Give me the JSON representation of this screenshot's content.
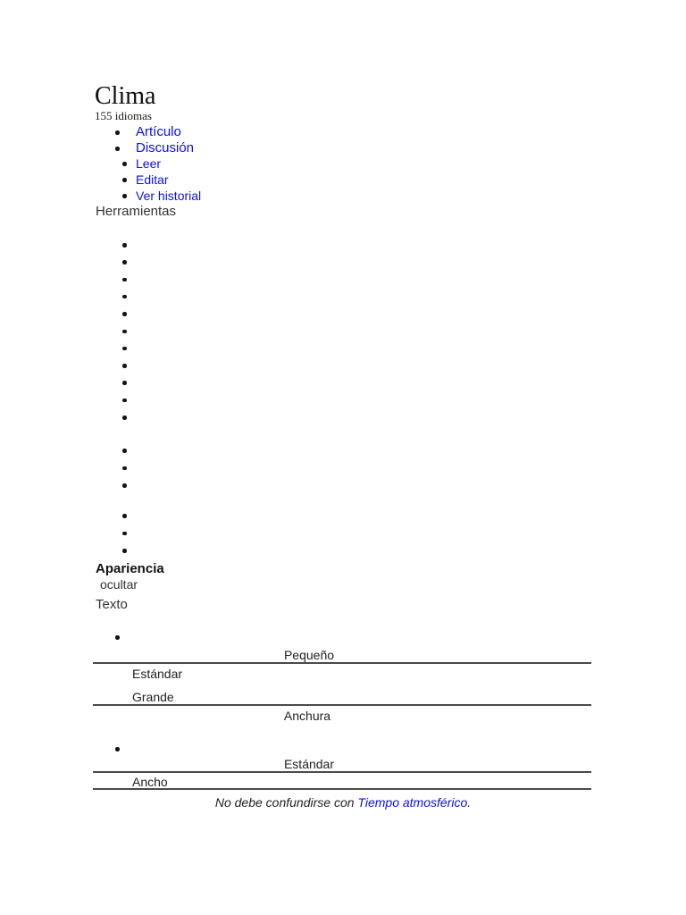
{
  "header": {
    "title": "Clima",
    "languages_button": "155 idiomas"
  },
  "nav": {
    "primary": [
      {
        "label": "Artículo"
      },
      {
        "label": "Discusión"
      }
    ],
    "page_actions": [
      {
        "label": "Leer"
      },
      {
        "label": "Editar"
      },
      {
        "label": "Ver historial"
      }
    ],
    "tools_label": "Herramientas"
  },
  "tools_menu": {
    "empty_item_count": 11
  },
  "secondary_menu_a": {
    "empty_item_count": 3
  },
  "secondary_menu_b": {
    "empty_item_count": 3
  },
  "appearance": {
    "heading": "Apariencia",
    "hide_label": "ocultar",
    "text_group": {
      "label": "Texto",
      "selected_option": "Pequeño",
      "options": [
        "Estándar",
        "Grande"
      ]
    },
    "width_group": {
      "label": "Anchura",
      "selected_option": "Estándar",
      "options": [
        "Ancho"
      ]
    }
  },
  "hatnote": {
    "prefix": "No debe confundirse con ",
    "link": "Tiempo atmosférico",
    "suffix": "."
  },
  "colors": {
    "link_blue": "#0f0fe8",
    "text": "#222222",
    "rule": "#4a4a4a"
  }
}
